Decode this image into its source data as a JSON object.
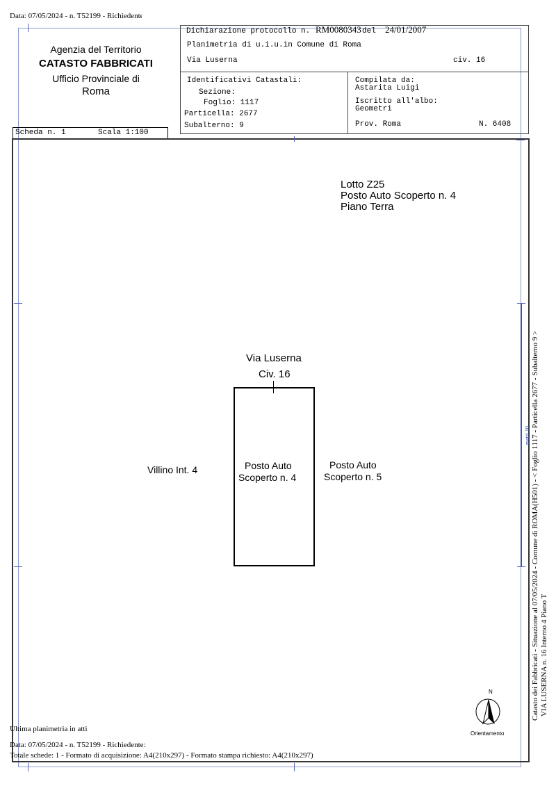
{
  "header_top": "Data: 07/05/2024 - n. T52199 - Richiedente",
  "agency": {
    "line1": "Agenzia del Territorio",
    "line2": "CATASTO FABBRICATI",
    "line3": "Ufficio Provinciale di",
    "line4": "Roma"
  },
  "protocol": {
    "label": "Dichiarazione protocollo n.",
    "number": "RM0080343",
    "del_label": "del",
    "date": "24/01/2007",
    "planimetria": "Planimetria di u.i.u.in Comune di Roma",
    "street": "Via Luserna",
    "civ": "civ. 16"
  },
  "identificativi": {
    "title": "Identificativi Catastali:",
    "sezione": "Sezione:",
    "foglio": "Foglio: 1117",
    "particella": "Particella: 2677",
    "subalterno": "Subalterno: 9"
  },
  "compilata": {
    "title": "Compilata da:",
    "name": "Astarita Luigi",
    "iscritto": "Iscritto all'albo:",
    "albo": "Geometri",
    "prov": "Prov. Roma",
    "numero": "N.  6408"
  },
  "scheda": {
    "scheda": "Scheda n. 1",
    "scala": "Scala 1:100"
  },
  "plan": {
    "lotto": "Lotto Z25",
    "posto_title": "Posto Auto Scoperto n. 4",
    "piano": "Piano Terra",
    "via": "Via Luserna",
    "civ": "Civ. 16",
    "main_l1": "Posto Auto",
    "main_l2": "Scoperto n. 4",
    "right_l1": "Posto Auto",
    "right_l2": "Scoperto n. 5",
    "left": "Villino Int. 4",
    "north": "N",
    "orientamento": "Orientamento",
    "scale_note": "metri 10"
  },
  "side": {
    "line1": "Catasto dei Fabbricati - Situazione al 07/05/2024 - Comune di ROMA(H501) - < Foglio 1117 - Particella 2677 - Subalterno 9 >",
    "line2": "VIA LUSERNA n. 16  Interno 4 Piano T"
  },
  "footer": {
    "ultima": "Ultima planimetria in atti",
    "data": "Data: 07/05/2024 - n. T52199 - Richiedente:",
    "totale": "Totale schede: 1 - Formato di acquisizione: A4(210x297)  - Formato stampa richiesto: A4(210x297)"
  }
}
